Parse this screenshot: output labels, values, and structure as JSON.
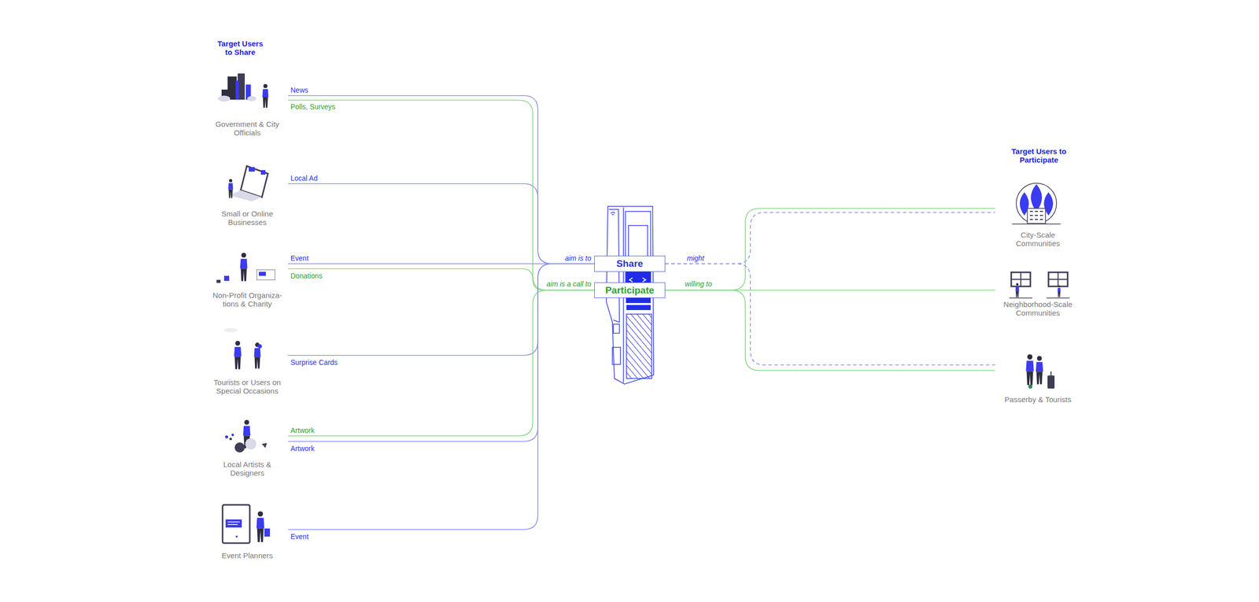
{
  "diagram": {
    "nodes": [
      {
        "text": [
          "Government & City Officials"
        ]
      },
      {
        "text": [
          "Small or Online Businesses"
        ]
      },
      {
        "text": [
          "Non-Profit Organiza- tions & Charity"
        ]
      },
      {
        "text": [
          "Tourists or Users on Special Occasions"
        ]
      },
      {
        "text": [
          "Local Artists & Designers"
        ]
      },
      {
        "text": [
          "Event Planners"
        ]
      },
      {
        "text": [
          "Share"
        ]
      },
      {
        "text": [
          "Participate"
        ]
      },
      {
        "text": [
          "City-Scale Communities"
        ]
      },
      {
        "text": [
          "Neighborhood-Scale Communities"
        ]
      },
      {
        "text": [
          "Passerby & Tourists"
        ]
      }
    ],
    "edges": [
      {
        "from": 0,
        "to": 6,
        "label": "News",
        "arrow": "none"
      },
      {
        "from": 0,
        "to": 7,
        "label": "Polls, Surveys",
        "arrow": "none"
      },
      {
        "from": 1,
        "to": 6,
        "label": "Local Ad",
        "arrow": "none"
      },
      {
        "from": 2,
        "to": 6,
        "label": "Event",
        "arrow": "none"
      },
      {
        "from": 2,
        "to": 7,
        "label": "Donations",
        "arrow": "none"
      },
      {
        "from": 3,
        "to": 6,
        "label": "Surprise Cards",
        "arrow": "none"
      },
      {
        "from": 4,
        "to": 7,
        "label": "Artwork",
        "arrow": "none"
      },
      {
        "from": 4,
        "to": 6,
        "label": "Artwork",
        "arrow": "none"
      },
      {
        "from": 5,
        "to": 6,
        "label": "Event",
        "arrow": "none"
      },
      {
        "from": 6,
        "to": 8,
        "arrow": "none"
      },
      {
        "from": 6,
        "to": 10,
        "arrow": "none"
      },
      {
        "from": 7,
        "to": 8,
        "arrow": "none"
      },
      {
        "from": 7,
        "to": 9,
        "arrow": "none"
      },
      {
        "from": 7,
        "to": 10,
        "arrow": "none"
      }
    ],
    "labels": [
      "Target Users to Share",
      "Target Users to Participate",
      "aim is to",
      "aim is a call to",
      "might",
      "willing to"
    ]
  }
}
